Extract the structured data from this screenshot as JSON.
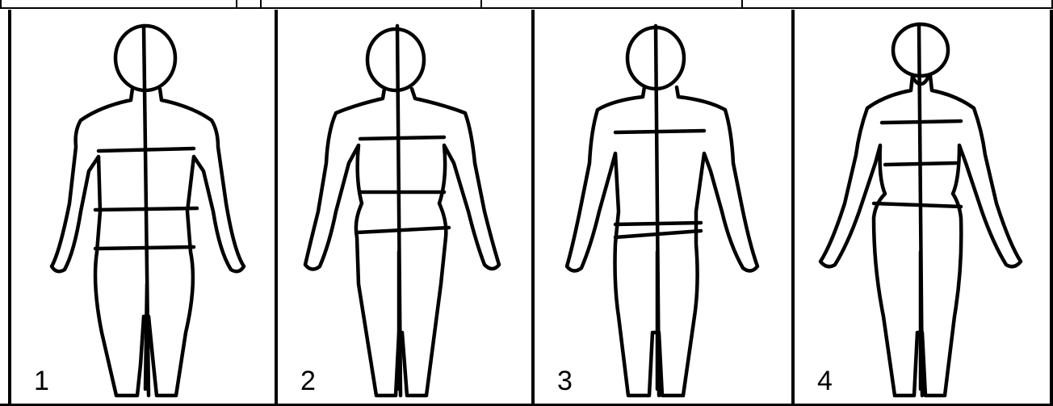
{
  "panels": [
    {
      "number": "1",
      "shape": "rectangle"
    },
    {
      "number": "2",
      "shape": "hourglass"
    },
    {
      "number": "3",
      "shape": "straight"
    },
    {
      "number": "4",
      "shape": "pear"
    }
  ],
  "colors": {
    "line": "#000000",
    "background": "#ffffff"
  }
}
